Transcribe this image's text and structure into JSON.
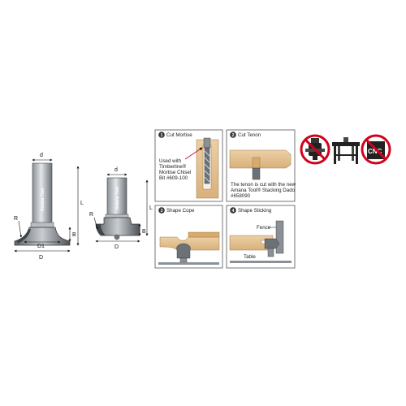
{
  "colors": {
    "wood": "#e3c08f",
    "wood_dark": "#c79a5e",
    "wood_end": "#d8ab6b",
    "steel": "#9aa0a6",
    "steel_dark": "#5f656b",
    "panel_border": "#555555",
    "badge": "#333333",
    "prohibit_red": "#d0021b"
  },
  "bits": {
    "left": {
      "labels": {
        "d": "d",
        "l": "L",
        "b": "B",
        "r": "R",
        "d1": "D1",
        "d_big": "D"
      },
      "shank_brand": "Amana Tool"
    },
    "right": {
      "labels": {
        "d": "d",
        "l": "L",
        "b": "B",
        "r": "R",
        "d_big": "D"
      },
      "shank_brand": "Amana Tool"
    }
  },
  "steps": [
    {
      "number": "1",
      "title": "Cut Mortise",
      "body": [
        "Used with",
        "Timberline®",
        "Mortise Chisel",
        "Bit #609-100"
      ]
    },
    {
      "number": "2",
      "title": "Cut Tenon",
      "body": [
        "The tenon is cut with the new",
        "Amana Tool® Stacking Dado",
        "#658090"
      ]
    },
    {
      "number": "3",
      "title": "Shape Cope",
      "body": []
    },
    {
      "number": "4",
      "title": "Shape Sticking",
      "body": [],
      "labels": {
        "fence": "Fence",
        "table": "Table"
      }
    }
  ],
  "usage_icons": [
    {
      "icon": "handheld-router-prohibited-icon"
    },
    {
      "icon": "router-table-icon"
    },
    {
      "icon": "cnc-prohibited-icon",
      "text": "CNC"
    }
  ]
}
